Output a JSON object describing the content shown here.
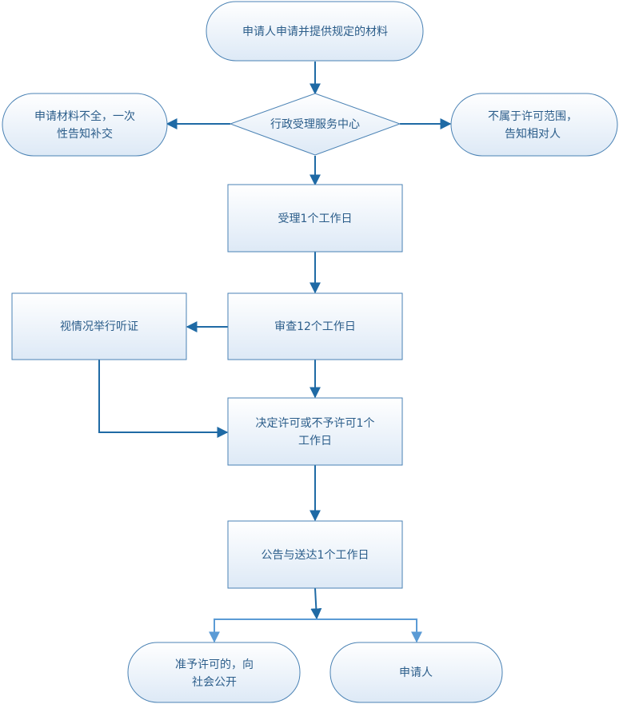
{
  "flowchart": {
    "nodes": {
      "start": {
        "lines": [
          "申请人申请并提供规定的材料"
        ]
      },
      "center": {
        "lines": [
          "行政受理服务中心"
        ]
      },
      "incomplete": {
        "lines": [
          "申请材料不全，一次",
          "性告知补交"
        ]
      },
      "out_of_scope": {
        "lines": [
          "不属于许可范围，",
          "告知相对人"
        ]
      },
      "accept": {
        "lines": [
          "受理1个工作日"
        ]
      },
      "review": {
        "lines": [
          "审查12个工作日"
        ]
      },
      "hearing": {
        "lines": [
          "视情况举行听证"
        ]
      },
      "decision": {
        "lines": [
          "决定许可或不予许可1个",
          "工作日"
        ]
      },
      "announce": {
        "lines": [
          "公告与送达1个工作日"
        ]
      },
      "public": {
        "lines": [
          "准予许可的，向",
          "社会公开"
        ]
      },
      "applicant": {
        "lines": [
          "申请人"
        ]
      }
    }
  },
  "colors": {
    "fill_top": "#ffffff",
    "fill_bottom": "#dde9f6",
    "stroke": "#4a82b4",
    "connector": "#1f6aa5",
    "connector_light": "#5b9bd5",
    "text": "#2b5d8a"
  }
}
